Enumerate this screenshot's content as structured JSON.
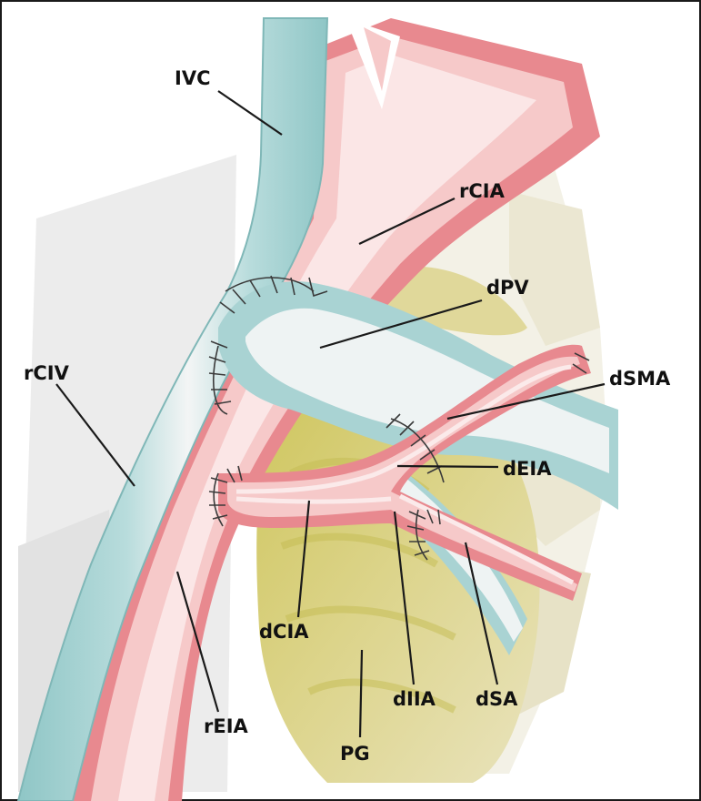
{
  "labels": {
    "ivc": "IVC",
    "rcia": "rCIA",
    "dpv": "dPV",
    "rciv": "rCIV",
    "dsma": "dSMA",
    "deia": "dEIA",
    "dcia": "dCIA",
    "reia": "rEIA",
    "diia": "dIIA",
    "dsa": "dSA",
    "pg": "PG"
  },
  "colors": {
    "vein": "#a9d3d3",
    "vein_highlight": "#eef2f2",
    "artery": "#e8898f",
    "artery_light": "#f7cfcf",
    "artery_core": "#fbeaea",
    "pancreas_graft": "#d3cc6e",
    "pancreas_light": "#e4dca8",
    "peritoneum": "#f1efe4",
    "shadow": "#e9e9e9",
    "line": "#1a1a1a"
  }
}
